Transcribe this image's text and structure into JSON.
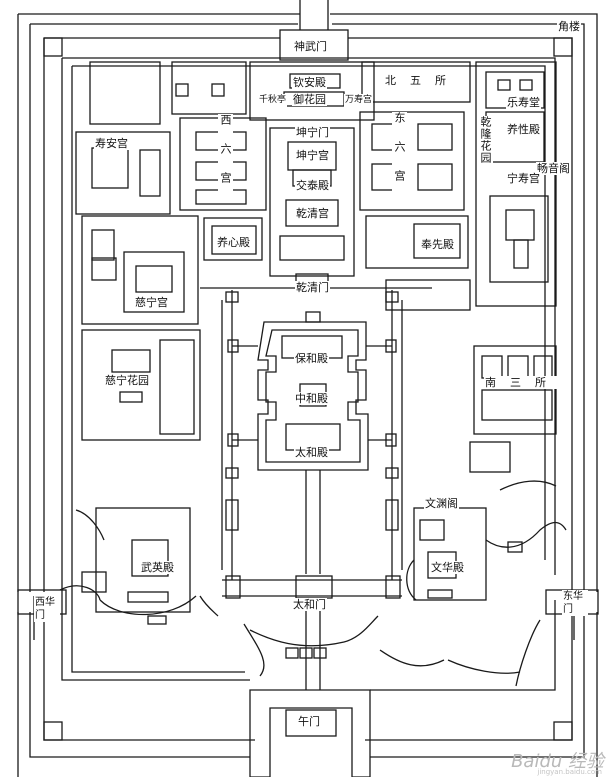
{
  "map": {
    "stroke_color": "#1a1a1a",
    "labels": {
      "jiaolou": "角楼",
      "shenwumen": "神武门",
      "qinandian": "钦安殿",
      "yuhuayuan": "御花园",
      "qianqiuting": "千秋亭",
      "wanshougong": "万寿宫",
      "beiwusuo": "北五所",
      "leshoutang": "乐寿堂",
      "yangxingdian": "养性殿",
      "qianlonghuayuan": "乾隆花园",
      "changyinge": "畅音阁",
      "ningshougong": "宁寿宫",
      "shouangong": "寿安宫",
      "xiliugong": "西六宫",
      "dongliugong": "东六宫",
      "kunningmen": "坤宁门",
      "kunninggong": "坤宁宫",
      "jiaotaidian": "交泰殿",
      "qianqinggong": "乾清宫",
      "yangxindian": "养心殿",
      "fengxiandian": "奉先殿",
      "qianqingmen": "乾清门",
      "cininggong": "慈宁宫",
      "ciningongarden": "慈宁花园",
      "baohedian": "保和殿",
      "zhonghedian": "中和殿",
      "taihedian": "太和殿",
      "nansansuo": "南三所",
      "wenyuange": "文渊阁",
      "wuyingdian": "武英殿",
      "wenhuadian": "文华殿",
      "xihuamen": "西华门",
      "donghuamen": "东华门",
      "taihemen": "太和门",
      "wumen": "午门"
    },
    "watermark": "Baidu 经验",
    "watermark_sub": "jingyan.baidu.com"
  }
}
